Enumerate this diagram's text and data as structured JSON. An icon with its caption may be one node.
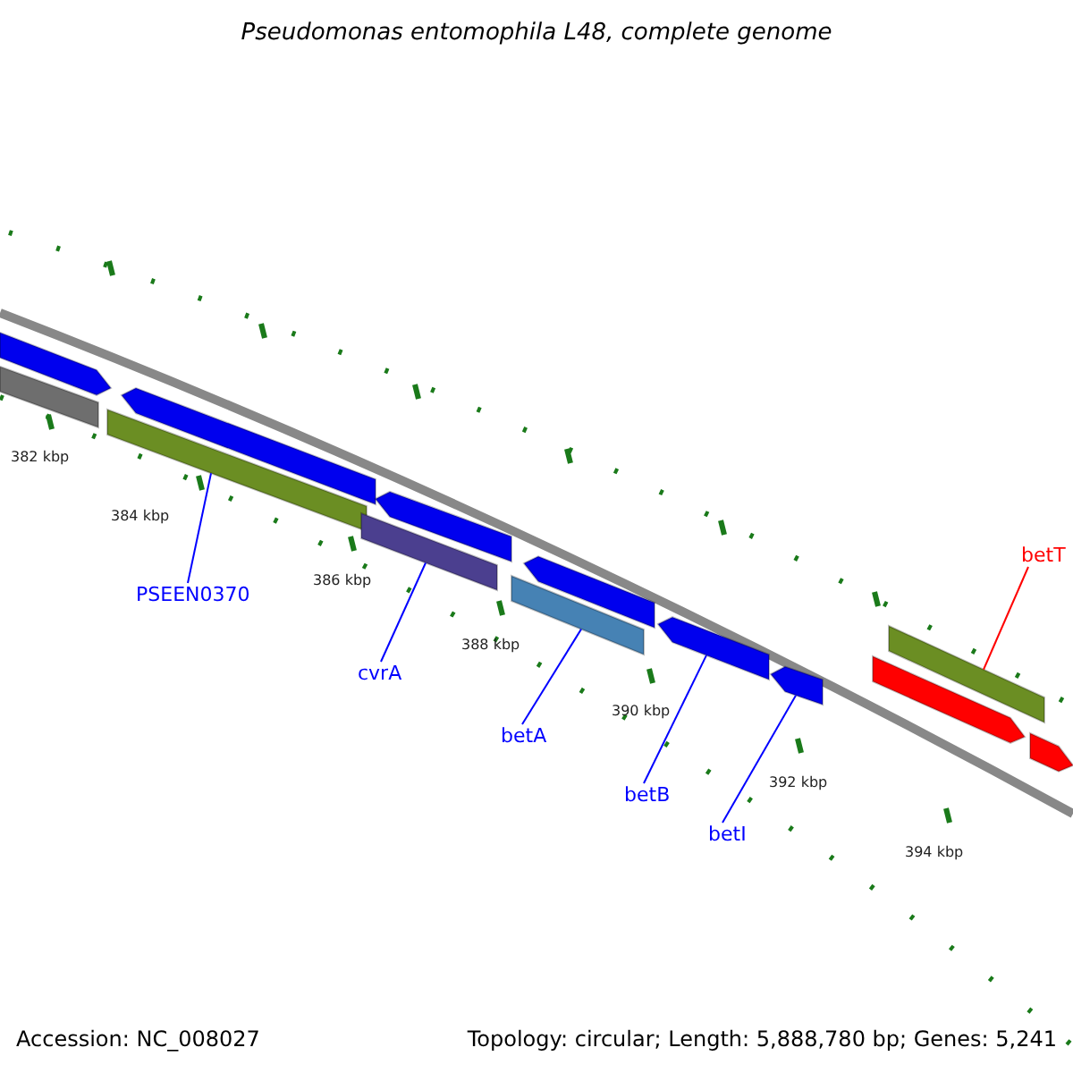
{
  "diagram": {
    "title": "Pseudomonas entomophila L48, complete genome",
    "nodes": [
      {
        "text": [],
        "shape": "bar"
      },
      {
        "text": [],
        "shape": "arrow"
      },
      {
        "text": [],
        "shape": "bar"
      },
      {
        "text": [],
        "shape": "arrow"
      },
      {
        "text": [],
        "shape": "bar"
      },
      {
        "text": [],
        "shape": "arrow"
      },
      {
        "text": [],
        "shape": "bar"
      },
      {
        "text": [],
        "shape": "arrow"
      },
      {
        "text": [],
        "shape": "arrow"
      },
      {
        "text": [],
        "shape": "arrow"
      },
      {
        "text": [],
        "shape": "bar"
      },
      {
        "text": [],
        "shape": "arrow"
      },
      {
        "text": [],
        "shape": "arrow"
      },
      {
        "text": [
          "PSEEN0370"
        ]
      },
      {
        "text": [
          "cvrA"
        ]
      },
      {
        "text": [
          "betA"
        ]
      },
      {
        "text": [
          "betB"
        ]
      },
      {
        "text": [
          "betI"
        ]
      },
      {
        "text": [
          "betT"
        ]
      }
    ],
    "edges": [
      {
        "from": 13,
        "to": 2,
        "arrow": "none"
      },
      {
        "from": 14,
        "to": 4,
        "arrow": "none"
      },
      {
        "from": 15,
        "to": 6,
        "arrow": "none"
      },
      {
        "from": 16,
        "to": 8,
        "arrow": "none"
      },
      {
        "from": 17,
        "to": 9,
        "arrow": "none"
      },
      {
        "from": 18,
        "to": 10,
        "arrow": "none",
        "color": "#ff0000"
      }
    ],
    "labels": [
      "382 kbp",
      "384 kbp",
      "386 kbp",
      "388 kbp",
      "390 kbp",
      "392 kbp",
      "394 kbp",
      "Accession: NC_008027",
      "Topology: circular; Length: 5,888,780 bp; Genes: 5,241"
    ]
  }
}
